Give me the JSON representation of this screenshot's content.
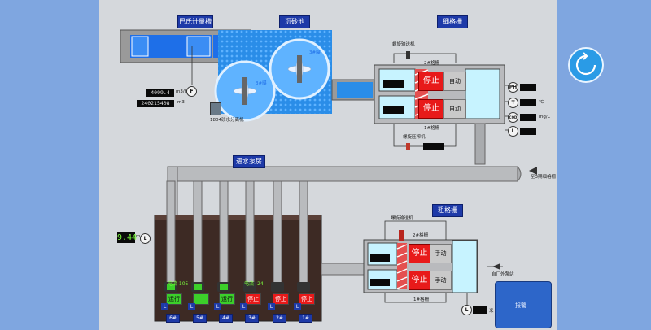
{
  "titles": {
    "parshall": "巴氏计量槽",
    "grit": "沉砂池",
    "fine_screen": "细格栅",
    "inlet_pump": "进水泵房",
    "coarse_screen": "粗格栅"
  },
  "parshall": {
    "flow_inst": "4099.4",
    "flow_inst_unit": "m3/h",
    "flow_total": "240215408",
    "flow_total_unit": "m3",
    "indicator": "F",
    "separator_label": "1804砂水分离机"
  },
  "grit": {
    "blue_labels": [
      "3#曝",
      "3#曝"
    ]
  },
  "fine_screen": {
    "conveyor_top": "螺旋输送机",
    "unit_top": "2#格栅",
    "unit_bottom": "1#格栅",
    "press": "螺旋压榨机",
    "stop": "停止",
    "mode": "自动",
    "indicators": [
      "PH",
      "T",
      "COD",
      "L"
    ],
    "units": [
      "",
      "℃",
      "mg/L",
      ""
    ],
    "to_label": "至3期细格栅"
  },
  "inlet": {
    "level": "9.44",
    "level_unit": "m",
    "level_ind": "L",
    "current_label_1": "电流 105",
    "current_label_2": "电流 -24",
    "pumps": [
      {
        "num": "6#",
        "state": "运行",
        "color": "#3ccf2a"
      },
      {
        "num": "5#",
        "state": "",
        "color": "#3ccf2a"
      },
      {
        "num": "4#",
        "state": "运行",
        "color": "#3ccf2a"
      },
      {
        "num": "3#",
        "state": "停止",
        "color": "#e81a1a"
      },
      {
        "num": "2#",
        "state": "停止",
        "color": "#e81a1a"
      },
      {
        "num": "1#",
        "state": "停止",
        "color": "#e81a1a"
      }
    ]
  },
  "coarse_screen": {
    "conveyor_top": "螺旋输送机",
    "unit_top": "2#格栅",
    "unit_bottom": "1#格栅",
    "stop": "停止",
    "mode": "手动",
    "from_label": "自厂外泵站",
    "level_ind": "L",
    "level_unit": "米"
  },
  "alarm": {
    "label": "报警"
  },
  "colors": {
    "accent": "#1e3aa8",
    "stop": "#e81a1a",
    "run": "#3ccf2a",
    "water": "#1e6fe8"
  }
}
